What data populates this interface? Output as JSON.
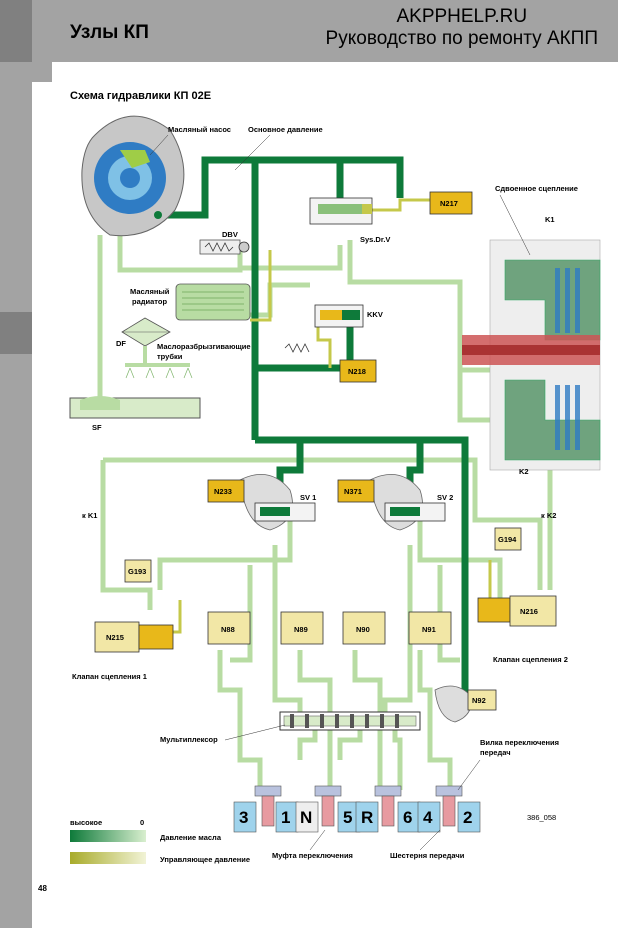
{
  "header": {
    "section_title": "Узлы КП",
    "brand_line1": "AKPPHELP.RU",
    "brand_line2": "Руководство по ремонту АКПП"
  },
  "diagram": {
    "title": "Схема гидравлики КП 02E",
    "labels": {
      "pump": "Масляный насос",
      "main_pressure": "Основное давление",
      "dual_clutch": "Сдвоенное сцепление",
      "k1": "K1",
      "k2": "K2",
      "dbv": "DBV",
      "sysdrv": "Sys.Dr.V",
      "kkv": "KKV",
      "cooler_l1": "Масляный",
      "cooler_l2": "радиатор",
      "df": "DF",
      "spray_l1": "Маслоразбрызгивающие",
      "spray_l2": "трубки",
      "sf": "SF",
      "to_k1": "к K1",
      "to_k2": "к K2",
      "sv1": "SV 1",
      "sv2": "SV 2",
      "clutch_valve1": "Клапан сцепления 1",
      "clutch_valve2": "Клапан сцепления 2",
      "multiplexer": "Мультиплексор",
      "fork_l1": "Вилка переключения",
      "fork_l2": "передач",
      "sleeve": "Муфта переключения",
      "gearwheel": "Шестерня передачи",
      "figure_code": "386_058",
      "legend_high": "высокое",
      "legend_zero": "0",
      "legend_oil": "Давление масла",
      "legend_control": "Управляющее давление"
    },
    "components": [
      "N217",
      "N218",
      "N233",
      "N371",
      "G193",
      "G194",
      "N215",
      "N216",
      "N88",
      "N89",
      "N90",
      "N91",
      "N92"
    ],
    "gears": [
      "3",
      "1",
      "N",
      "5",
      "R",
      "6",
      "4",
      "2"
    ],
    "colors": {
      "high_pressure": "#0e7a3a",
      "low_pressure": "#b8dca3",
      "control": "#c5c84a",
      "control_light": "#e8ebbb",
      "solenoid": "#e8b81a",
      "gray_panel": "#a3a3a3"
    }
  },
  "page": {
    "number": "48"
  }
}
